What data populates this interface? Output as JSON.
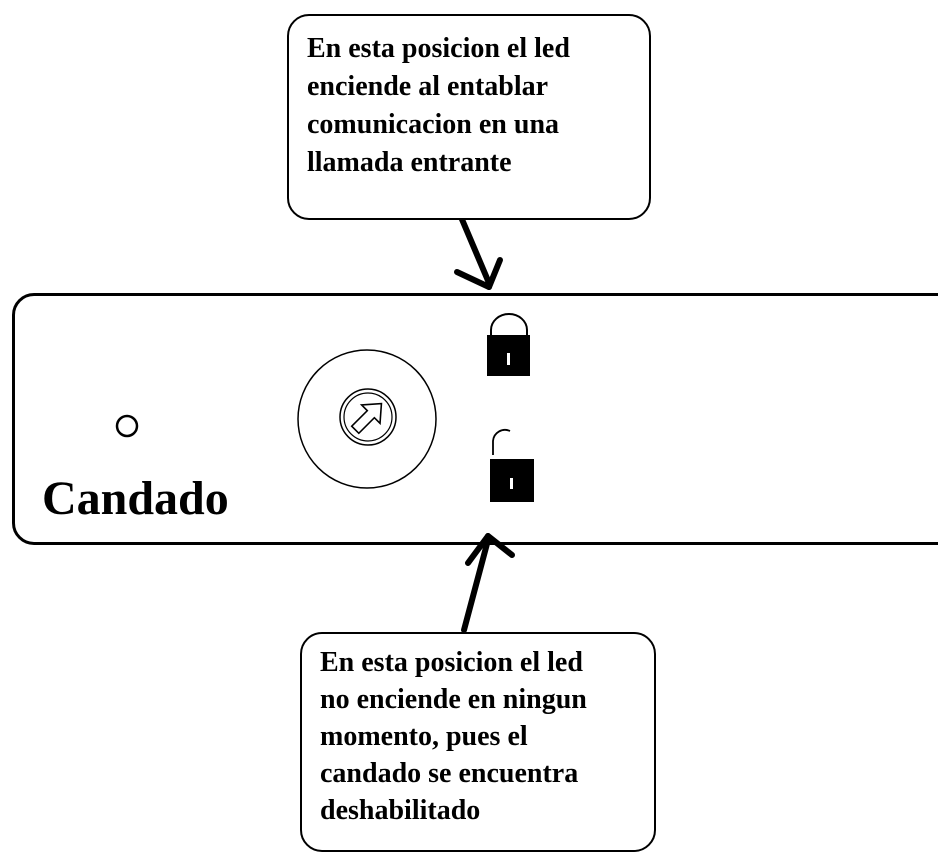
{
  "callouts": {
    "top": {
      "lines": [
        "En esta posicion el led",
        "enciende al entablar",
        "comunicacion en una",
        "llamada entrante"
      ]
    },
    "bottom": {
      "lines": [
        "En esta posicion el led",
        "no enciende en ningun",
        "momento, pues el",
        "candado se encuentra",
        "deshabilitado"
      ]
    }
  },
  "panel": {
    "label": "Candado"
  },
  "icons": {
    "led": "led-indicator-icon",
    "dial": "key-switch-dial-icon",
    "locked": "closed-padlock-icon",
    "unlocked": "open-padlock-icon",
    "arrow_top": "arrow-down-icon",
    "arrow_bottom": "arrow-up-icon"
  }
}
